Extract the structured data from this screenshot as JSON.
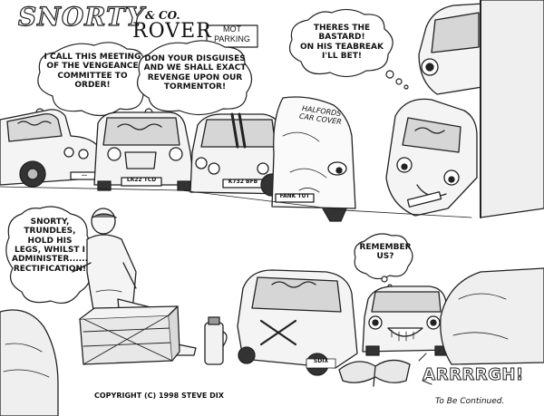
{
  "title": {
    "snorty": "SNORTY",
    "co": "& CO.",
    "rover": "ROVER",
    "sign_line1": "MOT",
    "sign_line2": "PARKING"
  },
  "bubbles": {
    "meeting": "I CALL THIS MEETING\nOF THE VENGEANCE\nCOMMITTEE TO\nORDER!",
    "disguises": "DON YOUR DISGUISES\nAND WE SHALL EXACT\nREVENGE UPON OUR\nTORMENTOR!",
    "teabreak": "THERES THE BASTARD!\nON HIS TEABREAK\nI'LL BET!",
    "snorty_trundles": "SNORTY,\nTRUNDLES,\nHOLD HIS\nLEGS, WHILST I\nADMINISTER......\nRECTIFICATION!",
    "remember": "REMEMBER\nUS?"
  },
  "cover_label": "HALFORDS\nCAR COVER",
  "plates": {
    "car1": "…",
    "car2": "LR22 TCD",
    "car3": "K732 BFB",
    "car4": "FANK TUT"
  },
  "scream": "ARRRRGH!",
  "copyright": "COPYRIGHT (C) 1998 STEVE DIX",
  "continued": "To Be Continued.",
  "signature": "SDIX"
}
